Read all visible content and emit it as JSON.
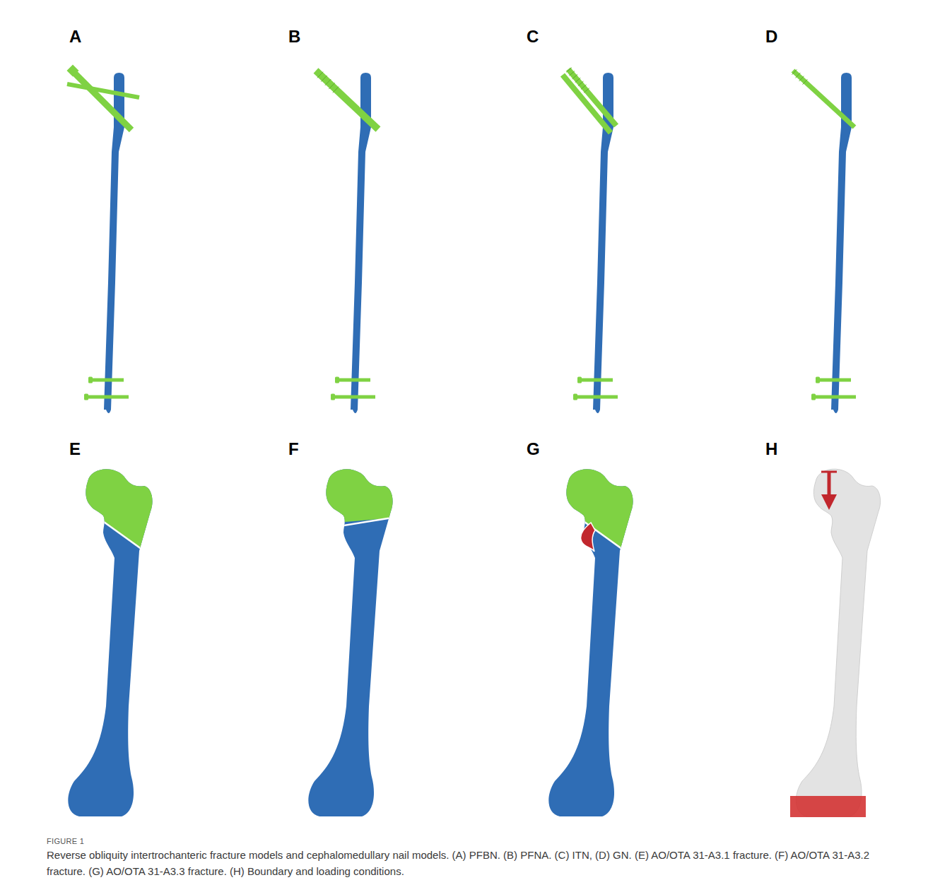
{
  "diagram": {
    "caption": "Reverse obliquity intertrochanteric fracture models and cephalomedullary nail models. (A) PFBN. (B) PFNA. (C) ITN, (D) GN. (E) AO/OTA 31-A3.1 fracture. (F) AO/OTA 31-A3.2 fracture. (G) AO/OTA 31-A3.3 fracture. (H) Boundary and loading conditions.",
    "labels": [
      "A",
      "B",
      "C",
      "D",
      "E",
      "F",
      "G",
      "H",
      "FIGURE 1"
    ]
  }
}
